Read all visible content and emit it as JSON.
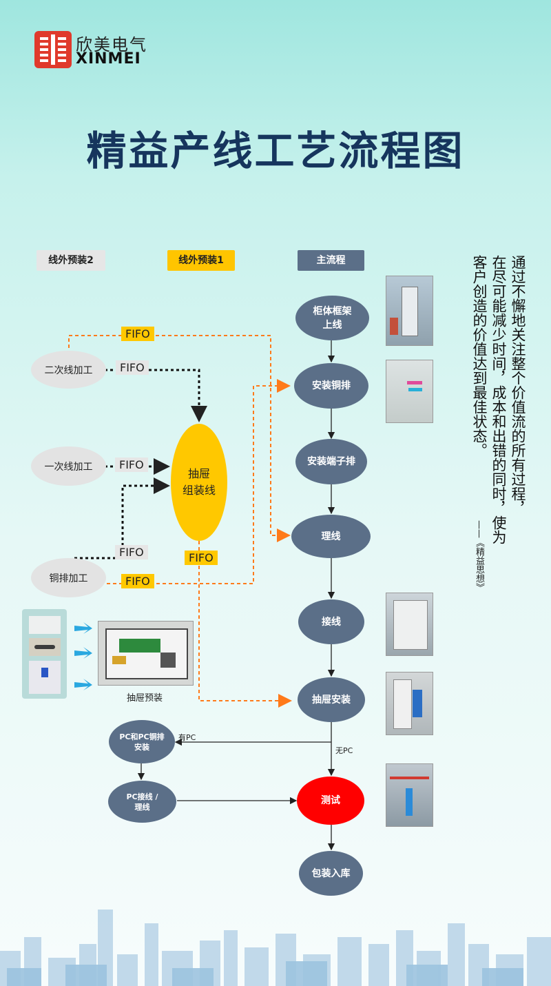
{
  "brand": {
    "name_cn": "欣美电气",
    "name_en": "XINMEI",
    "color": "#e03a2c"
  },
  "title": "精益产线工艺流程图",
  "columns": {
    "offline2": "线外预装2",
    "offline1": "线外预装1",
    "main": "主流程"
  },
  "main_flow": {
    "n1": "柜体框架\n上线",
    "n2": "安装铜排",
    "n3": "安装端子排",
    "n4": "理线",
    "n5": "接线",
    "n6": "抽屉安装",
    "n7": "测试",
    "n8": "包装入库"
  },
  "pc_branch": {
    "n1": "PC和PC铜排\n安装",
    "n2": "PC接线 /\n理线",
    "yes_pc": "有PC",
    "no_pc": "无PC"
  },
  "offline_nodes": {
    "secondary_wire": "二次线加工",
    "primary_wire": "一次线加工",
    "copper_bar": "铜排加工",
    "drawer_assembly": "抽屉\n组装线"
  },
  "fifo": "FIFO",
  "drawer_preassembly_caption": "抽屉预装",
  "quote": {
    "line1": "通过不懈地关注整个价值流的所有过程，",
    "line2": "在尽可能减少时间，成本和出错的同时，使为",
    "line3": "客户创造的价值达到最佳状态。",
    "attribution": "——《精益思想》"
  },
  "colors": {
    "main_node": "#5b6f88",
    "test_node": "#ff0000",
    "offline_node": "#e3e3e3",
    "drawer_node": "#ffc800",
    "fifo_arrow": "#ff7a1a",
    "title": "#16355d"
  }
}
